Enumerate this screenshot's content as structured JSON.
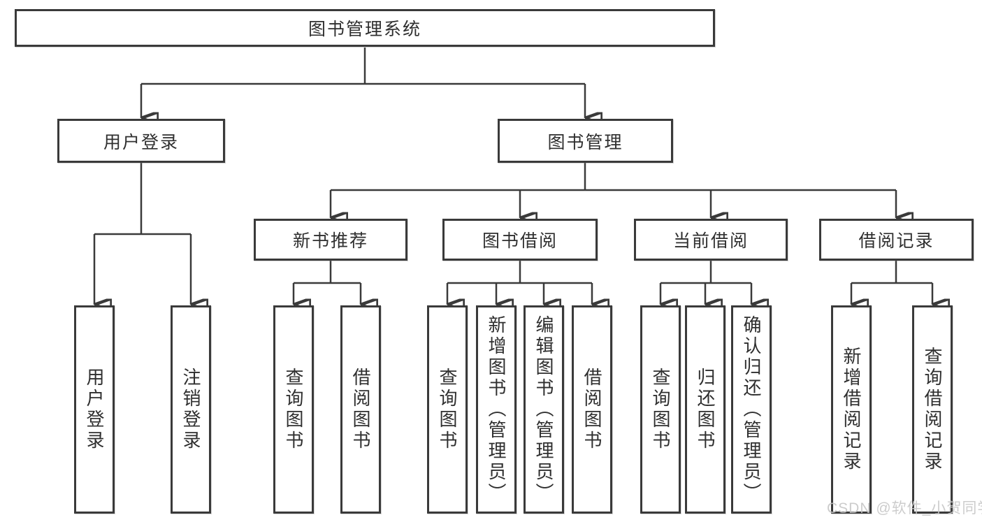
{
  "diagram": {
    "type": "hierarchy-tree",
    "colors": {
      "line": "#3a3a3a",
      "text": "#2f2f2f",
      "background": "#ffffff",
      "watermark": "#c7c7c7"
    },
    "nodes": {
      "root": "图书管理系统",
      "user_login": "用户登录",
      "book_management": "图书管理",
      "new_book_recommend": "新书推荐",
      "book_borrowing": "图书借阅",
      "current_borrowing": "当前借阅",
      "borrowing_records": "借阅记录",
      "user_login_leaf": "用户登录",
      "logout_leaf": "注销登录",
      "nb_query_books": "查询图书",
      "nb_borrow_books": "借阅图书",
      "bb_query_books": "查询图书",
      "bb_add_books": "新增图书（管理员）",
      "bb_edit_books": "编辑图书（管理员）",
      "bb_borrow_books": "借阅图书",
      "cb_query_books": "查询图书",
      "cb_return_books": "归还图书",
      "cb_confirm_return": "确认归还（管理员）",
      "br_add_record": "新增借阅记录",
      "br_query_record": "查询借阅记录"
    },
    "hierarchy": {
      "图书管理系统": {
        "用户登录": [
          "用户登录",
          "注销登录"
        ],
        "图书管理": {
          "新书推荐": [
            "查询图书",
            "借阅图书"
          ],
          "图书借阅": [
            "查询图书",
            "新增图书（管理员）",
            "编辑图书（管理员）",
            "借阅图书"
          ],
          "当前借阅": [
            "查询图书",
            "归还图书",
            "确认归还（管理员）"
          ],
          "借阅记录": [
            "新增借阅记录",
            "查询借阅记录"
          ]
        }
      }
    }
  },
  "watermark": "CSDN @软件_小贺同学"
}
